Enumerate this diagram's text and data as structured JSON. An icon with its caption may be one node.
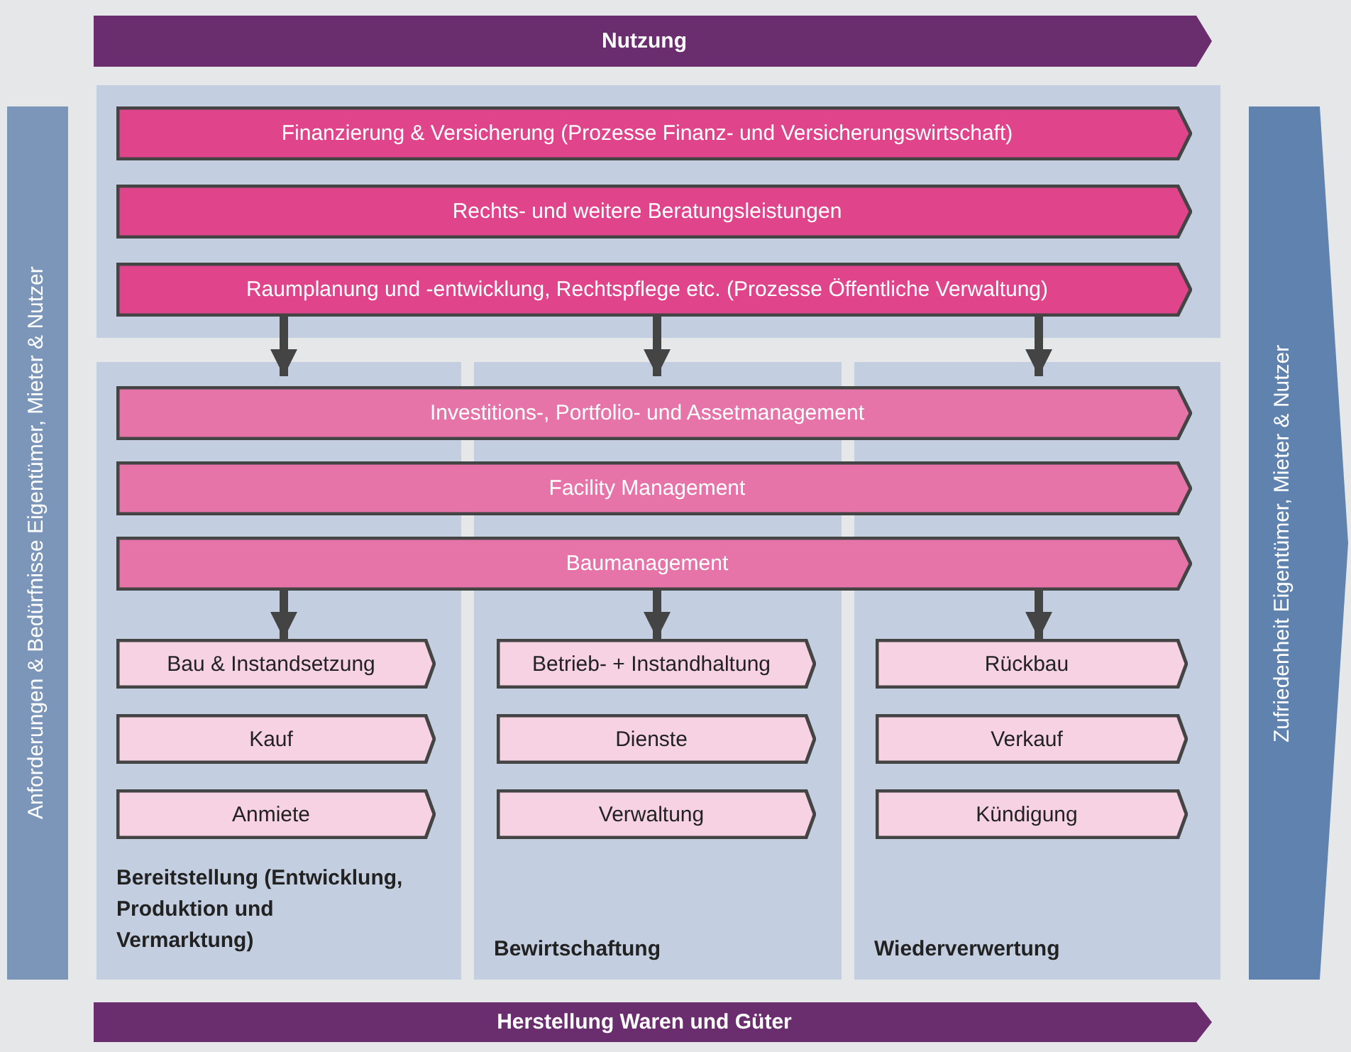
{
  "diagram": {
    "nodes": [
      {
        "text": [
          "Nutzung"
        ]
      },
      {
        "text": [
          "Anforderungen & Bedürfnisse Eigentümer, Mieter & Nutzer"
        ]
      },
      {
        "text": [
          "Zufriedenheit Eigentümer, Mieter & Nutzer"
        ]
      },
      {
        "text": [],
        "shape": "box"
      },
      {
        "text": [
          "Finanzierung & Versicherung (Prozesse Finanz- und Versicherungswirtschaft)"
        ],
        "in": 3
      },
      {
        "text": [
          "Rechts- und weitere Beratungsleistungen"
        ],
        "in": 3
      },
      {
        "text": [
          "Raumplanung und -entwicklung, Rechtspflege etc. (Prozesse Öffentliche Verwaltung)"
        ],
        "in": 3
      },
      {
        "text": [
          "Bereitstellung (Entwicklung, Produktion und Vermarktung)"
        ]
      },
      {
        "text": [
          "Bewirtschaftung"
        ]
      },
      {
        "text": [
          "Wiederverwertung"
        ]
      },
      {
        "text": [
          "Investitions-, Portfolio- und Assetmanagement"
        ]
      },
      {
        "text": [
          "Facility Management"
        ]
      },
      {
        "text": [
          "Baumanagement"
        ]
      },
      {
        "text": [
          "Bau & Instandsetzung"
        ],
        "in": 7
      },
      {
        "text": [
          "Kauf"
        ],
        "in": 7
      },
      {
        "text": [
          "Anmiete"
        ],
        "in": 7
      },
      {
        "text": [
          "Betrieb- + Instandhaltung"
        ],
        "in": 8
      },
      {
        "text": [
          "Dienste"
        ],
        "in": 8
      },
      {
        "text": [
          "Verwaltung"
        ],
        "in": 8
      },
      {
        "text": [
          "Rückbau"
        ],
        "in": 9
      },
      {
        "text": [
          "Verkauf"
        ],
        "in": 9
      },
      {
        "text": [
          "Kündigung"
        ],
        "in": 9
      },
      {
        "text": [
          "Herstellung Waren und Güter"
        ]
      }
    ],
    "edges": [
      {
        "from": 6,
        "to": 7,
        "arrow": "to"
      },
      {
        "from": 6,
        "to": 8,
        "arrow": "to"
      },
      {
        "from": 6,
        "to": 9,
        "arrow": "to"
      },
      {
        "from": 12,
        "to": 13,
        "arrow": "to"
      },
      {
        "from": 12,
        "to": 16,
        "arrow": "to"
      },
      {
        "from": 12,
        "to": 19,
        "arrow": "to"
      }
    ]
  }
}
